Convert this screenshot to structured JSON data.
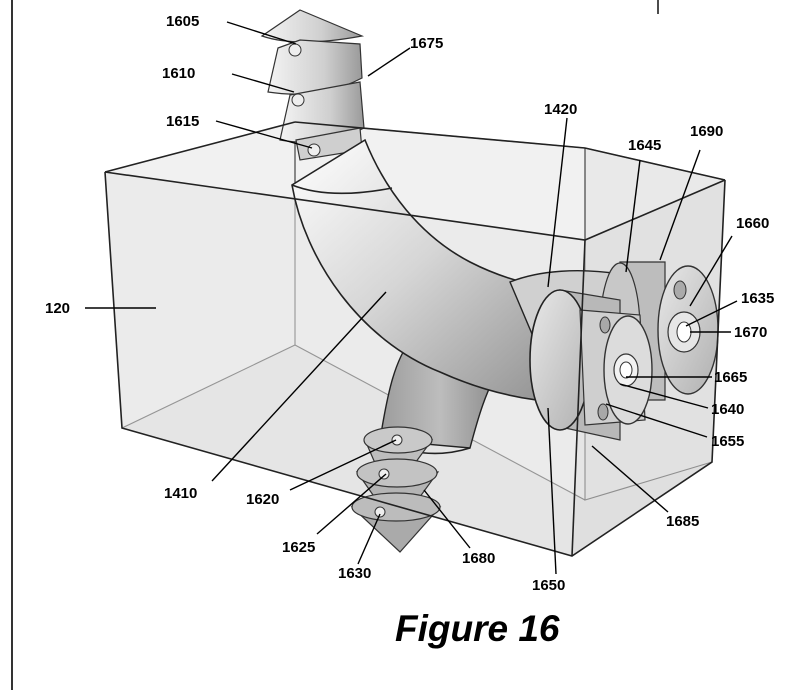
{
  "figure": {
    "caption": "Figure 16",
    "labels": {
      "l1605": "1605",
      "l1610": "1610",
      "l1615": "1615",
      "l1675": "1675",
      "l1420": "1420",
      "l1645": "1645",
      "l1690": "1690",
      "l1660": "1660",
      "l1635": "1635",
      "l1670": "1670",
      "l120": "120",
      "l1665": "1665",
      "l1640": "1640",
      "l1655": "1655",
      "l1410": "1410",
      "l1620": "1620",
      "l1685": "1685",
      "l1625": "1625",
      "l1680": "1680",
      "l1630": "1630",
      "l1650": "1650"
    }
  }
}
